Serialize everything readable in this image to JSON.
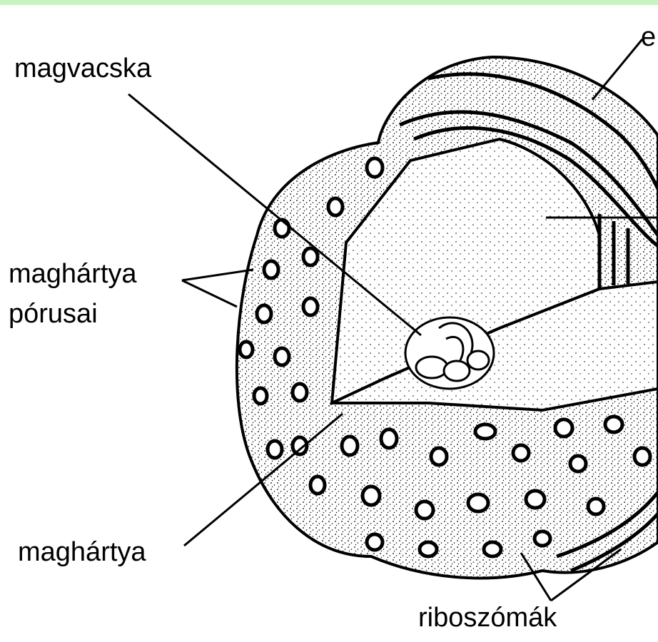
{
  "frame": {
    "top_band_color": "#c8f2c4"
  },
  "labels": {
    "magvacska": "magvacska",
    "maghartya_porusai_line1": "maghártya",
    "maghartya_porusai_line2": "pórusai",
    "maghartya": "maghártya",
    "riboszomak": "riboszómák",
    "edge_label": "e"
  }
}
